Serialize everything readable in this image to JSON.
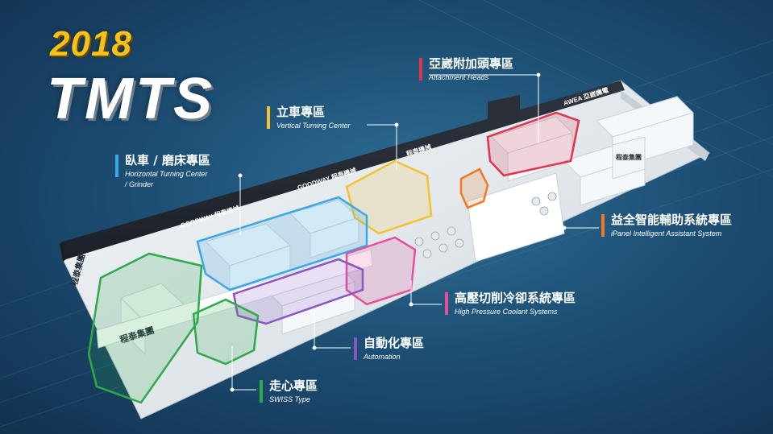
{
  "header": {
    "year": "2018",
    "title": "TMTS"
  },
  "colors": {
    "attachment": "#e0334e",
    "vertical": "#f2c230",
    "horizontal": "#3aa7e6",
    "ipanel": "#f07a22",
    "coolant": "#e84f9b",
    "automation": "#8a55c2",
    "swiss": "#2faa4a"
  },
  "zones": {
    "attachment": {
      "zh": "亞崴附加頭專區",
      "en": "Attachment Heads"
    },
    "vertical": {
      "zh": "立車專區",
      "en": "Vertical Turning Center"
    },
    "horizontal": {
      "zh": "臥車 / 磨床專區",
      "en": "Horizontal Turning Center",
      "en2": "/ Grinder"
    },
    "ipanel": {
      "zh": "益全智能輔助系統專區",
      "en": "iPanel Intelligent Assistant System"
    },
    "coolant": {
      "zh": "高壓切削冷卻系統專區",
      "en": "High Pressure Coolant Systems"
    },
    "automation": {
      "zh": "自動化專區",
      "en": "Automation"
    },
    "swiss": {
      "zh": "走心專區",
      "en": "SWISS Type"
    }
  },
  "booth": {
    "brand_main": "程泰集團",
    "signs": [
      "GOODWAY 程泰機械",
      "GOODWAY 程泰機械",
      "AWEA 亞崴機電",
      "程泰機械"
    ]
  },
  "icons": [
    "booth-floorplan-illustration",
    "leader-line-dot-icon"
  ]
}
